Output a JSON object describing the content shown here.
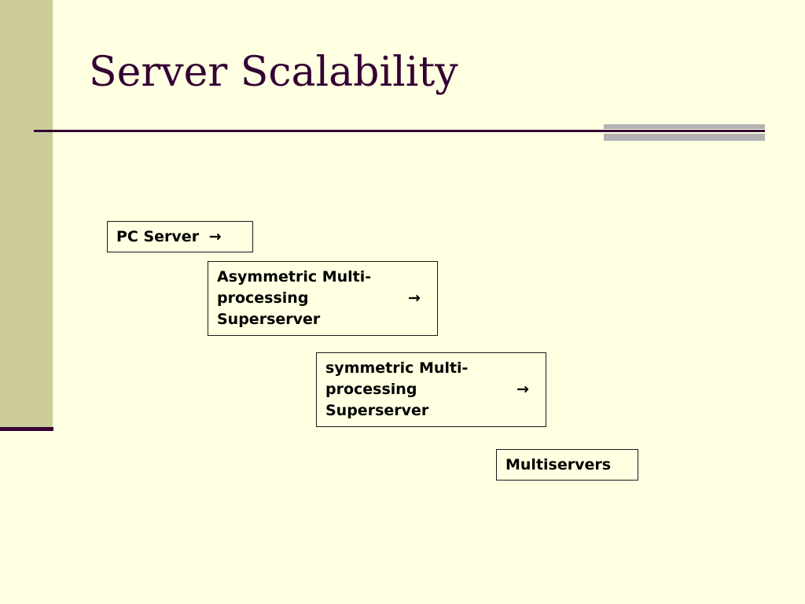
{
  "slide": {
    "title": "Server Scalability",
    "boxes": [
      {
        "lines": [
          "PC Server"
        ],
        "arrow": "→"
      },
      {
        "lines": [
          "Asymmetric Multi-",
          "processing",
          "Superserver"
        ],
        "arrow": "→"
      },
      {
        "lines": [
          "symmetric Multi-",
          "processing",
          "Superserver"
        ],
        "arrow": "→"
      },
      {
        "lines": [
          "Multiservers"
        ],
        "arrow": ""
      }
    ]
  },
  "colors": {
    "background": "#FFFFE1",
    "left_band": "#CCCC99",
    "accent_dark": "#330033",
    "accent_gray": "#B2B2B2"
  }
}
